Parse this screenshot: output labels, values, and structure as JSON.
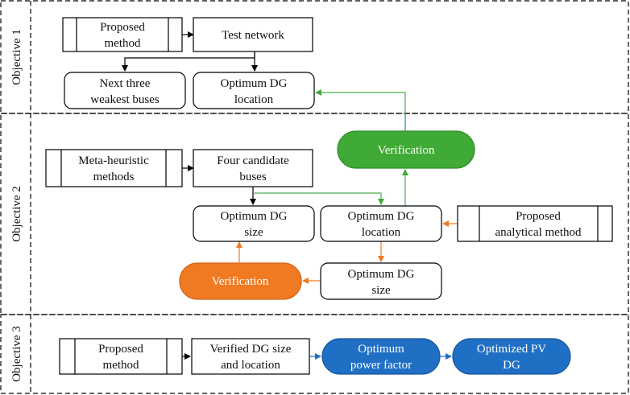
{
  "objectives": {
    "o1": "Objective 1",
    "o2": "Objective 2",
    "o3": "Objective 3"
  },
  "nodes": {
    "o1_proposed_method": [
      "Proposed",
      "method"
    ],
    "o1_test_network": [
      "Test network"
    ],
    "o1_next_three": [
      "Next three",
      "weakest buses"
    ],
    "o1_optimum_location": [
      "Optimum DG",
      "location"
    ],
    "o2_verification_green": [
      "Verification"
    ],
    "o2_meta_heuristic": [
      "Meta-heuristic",
      "methods"
    ],
    "o2_four_candidate": [
      "Four candidate",
      "buses"
    ],
    "o2_optimum_size_a": [
      "Optimum DG",
      "size"
    ],
    "o2_optimum_location": [
      "Optimum DG",
      "location"
    ],
    "o2_proposed_analytical": [
      "Proposed",
      "analytical method"
    ],
    "o2_verification_orange": [
      "Verification"
    ],
    "o2_optimum_size_b": [
      "Optimum DG",
      "size"
    ],
    "o3_proposed_method": [
      "Proposed",
      "method"
    ],
    "o3_verified": [
      "Verified DG size",
      "and location"
    ],
    "o3_optimum_pf": [
      "Optimum",
      "power factor"
    ],
    "o3_optimized_pv": [
      "Optimized PV",
      "DG"
    ]
  },
  "colors": {
    "green": "#3faa35",
    "green_line": "#4caf50",
    "orange": "#f07a22",
    "blue": "#1f6fc5",
    "blue_line": "#5b9bd5",
    "black": "#000000"
  }
}
